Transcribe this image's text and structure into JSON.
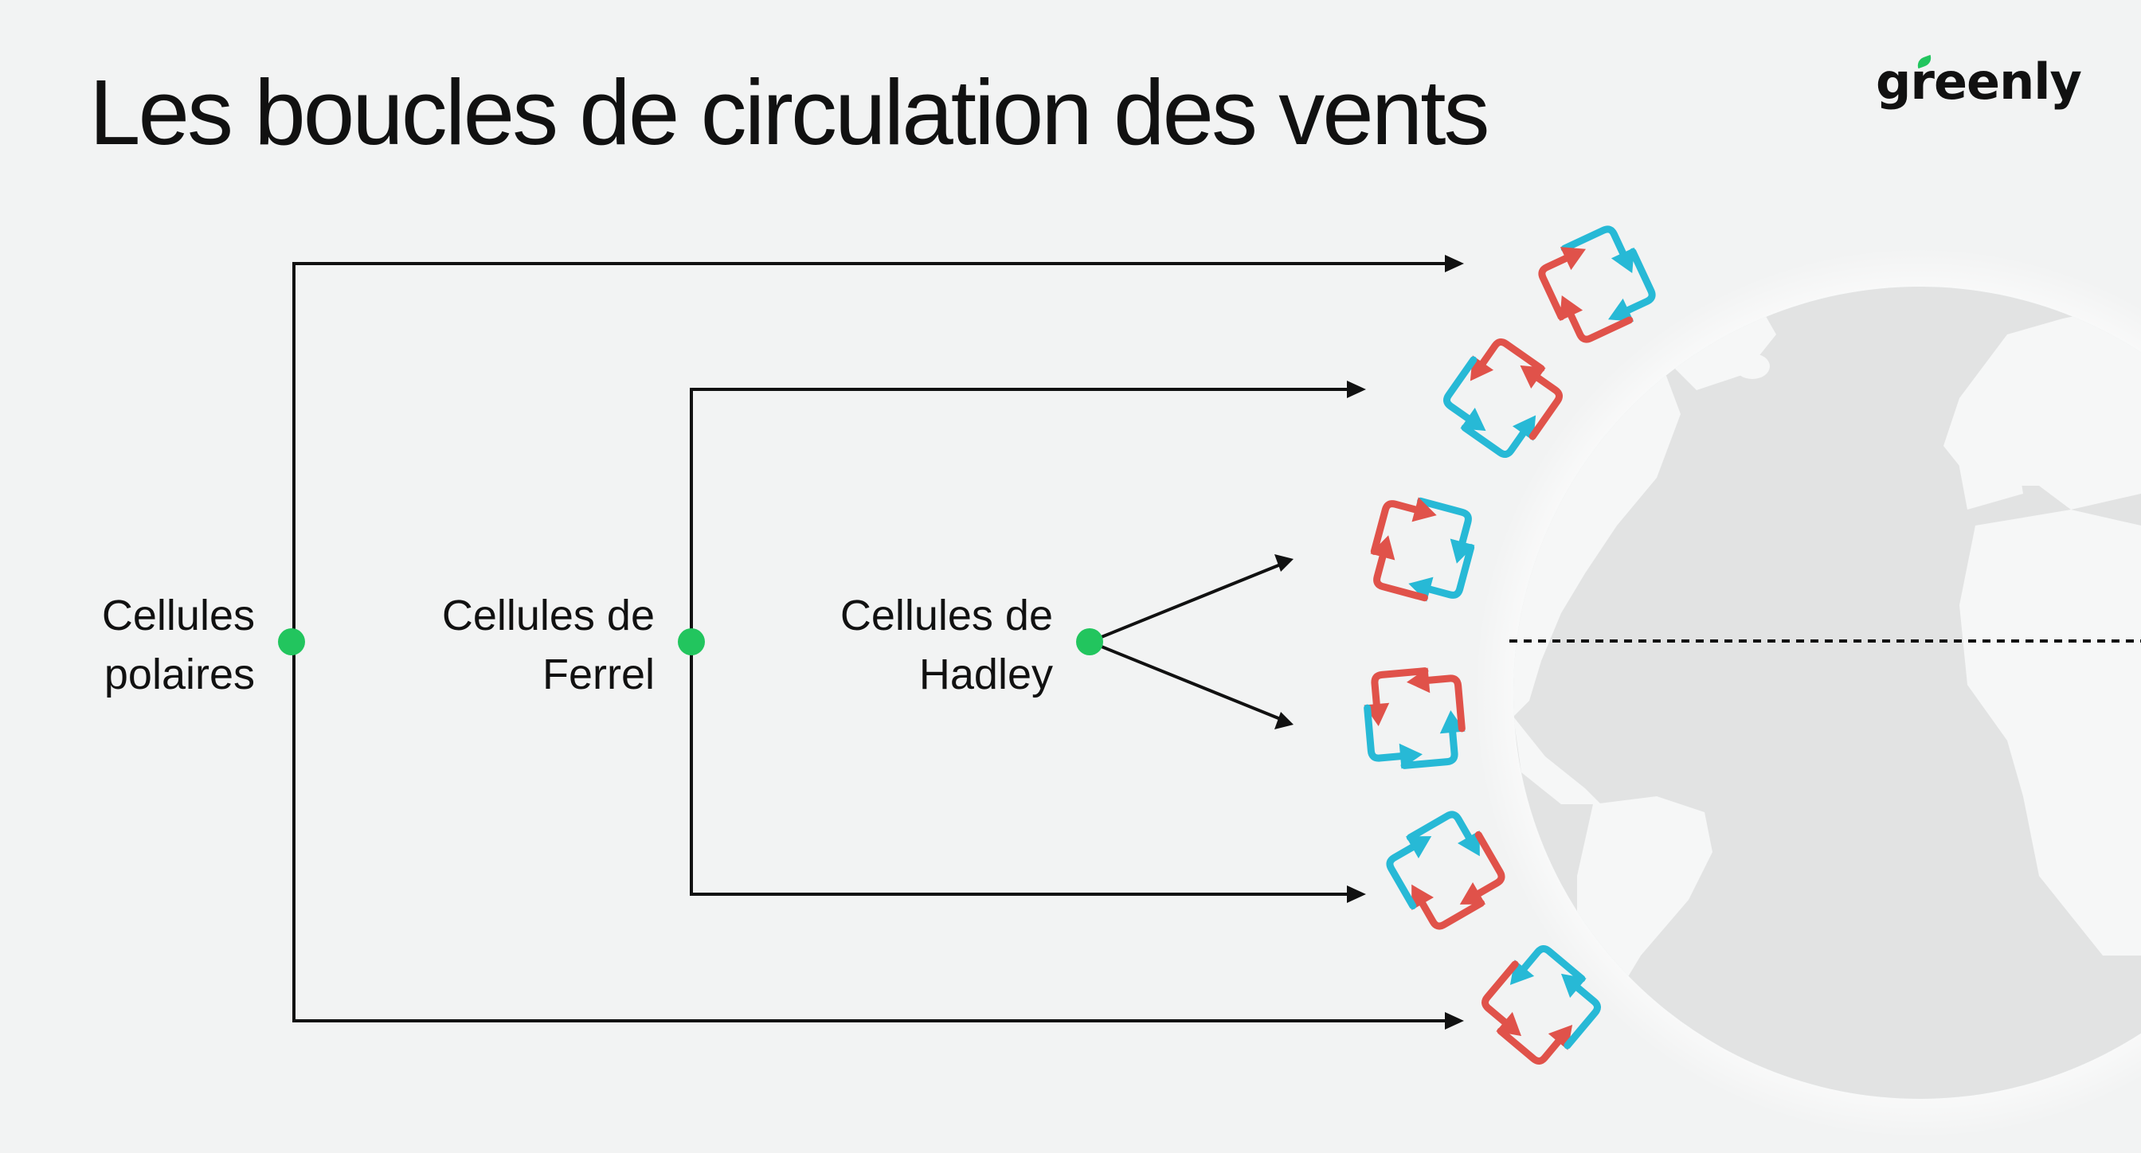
{
  "title": "Les boucles de circulation des vents",
  "brand": {
    "logo_prefix": "g",
    "logo_leaf_letter": "r",
    "logo_suffix": "eenly"
  },
  "cells": [
    {
      "id": "polar",
      "line1": "Cellules",
      "line2": "polaires"
    },
    {
      "id": "ferrel",
      "line1": "Cellules de",
      "line2": "Ferrel"
    },
    {
      "id": "hadley",
      "line1": "Cellules de",
      "line2": "Hadley"
    }
  ],
  "colors": {
    "background": "#f2f3f3",
    "node": "#22c55e",
    "warm_arrow": "#e0524a",
    "cold_arrow": "#27b9d6",
    "globe_ocean": "#e2e3e3",
    "globe_land": "#f7f8f8",
    "line": "#111111"
  },
  "equator_style": "dashed"
}
